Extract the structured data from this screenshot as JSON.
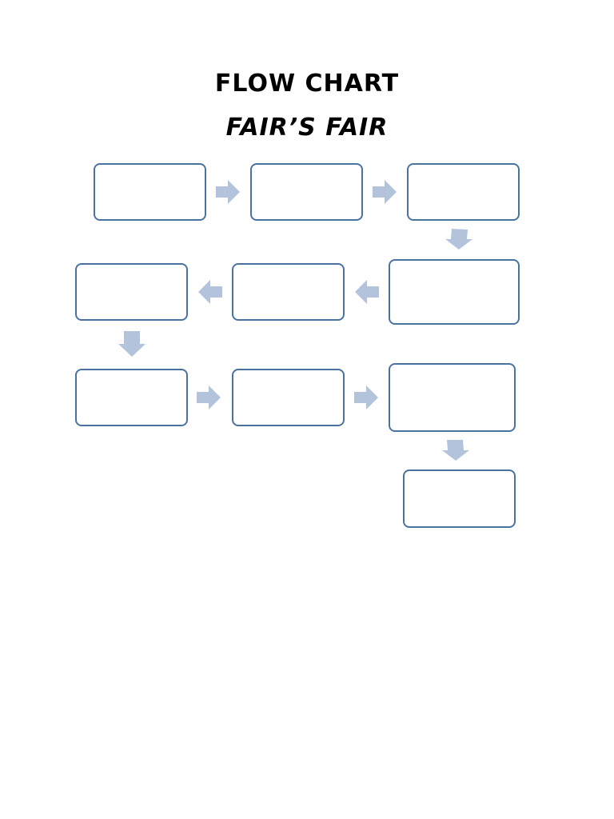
{
  "page": {
    "title": "FLOW CHART",
    "subtitle": "FAIR’S FAIR"
  },
  "colors": {
    "box_border": "#4a72a0",
    "arrow_fill": "#b4c3dc",
    "background": "#ffffff"
  },
  "flow": {
    "boxes": [
      {
        "id": "step-1",
        "text": ""
      },
      {
        "id": "step-2",
        "text": ""
      },
      {
        "id": "step-3",
        "text": ""
      },
      {
        "id": "step-4",
        "text": ""
      },
      {
        "id": "step-5",
        "text": ""
      },
      {
        "id": "step-6",
        "text": ""
      },
      {
        "id": "step-7",
        "text": ""
      },
      {
        "id": "step-8",
        "text": ""
      },
      {
        "id": "step-9",
        "text": ""
      },
      {
        "id": "step-10",
        "text": ""
      }
    ],
    "arrows": [
      {
        "from": "step-1",
        "to": "step-2",
        "direction": "right"
      },
      {
        "from": "step-2",
        "to": "step-3",
        "direction": "right"
      },
      {
        "from": "step-3",
        "to": "step-4",
        "direction": "down"
      },
      {
        "from": "step-4",
        "to": "step-5",
        "direction": "left"
      },
      {
        "from": "step-5",
        "to": "step-6",
        "direction": "left"
      },
      {
        "from": "step-6",
        "to": "step-7",
        "direction": "down"
      },
      {
        "from": "step-7",
        "to": "step-8",
        "direction": "right"
      },
      {
        "from": "step-8",
        "to": "step-9",
        "direction": "right"
      },
      {
        "from": "step-9",
        "to": "step-10",
        "direction": "down"
      }
    ]
  }
}
